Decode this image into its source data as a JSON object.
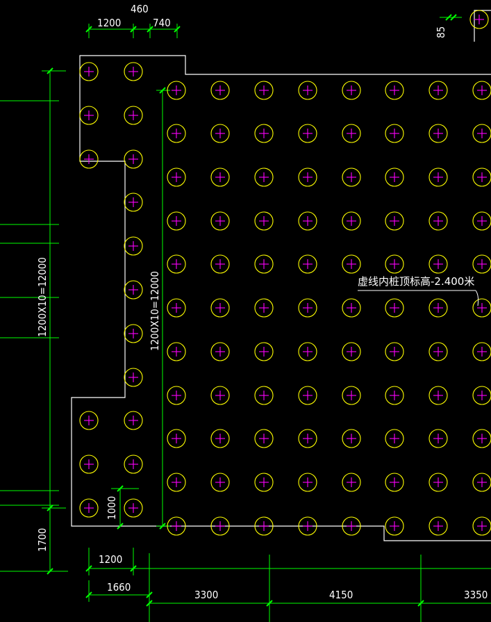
{
  "colors": {
    "background": "#000000",
    "outline": "#ffffff",
    "dimension": "#00ff00",
    "pile_circle": "#ffff00",
    "pile_cross": "#ff00ff",
    "text": "#ffffff"
  },
  "dimensions": {
    "top_460": "460",
    "top_1200": "1200",
    "top_740": "740",
    "top_right_85": "85",
    "left_long": "1200X10=12000",
    "inner_long": "1200X10=12000",
    "bottom_left_1700": "1700",
    "bottom_1000": "1000",
    "bottom_1200": "1200",
    "bottom_1660": "1660",
    "bottom_3300": "3300",
    "bottom_4150": "4150",
    "bottom_3350": "3350"
  },
  "annotation": {
    "dashed_area_note": "虚线内桩顶标高-2.400米"
  },
  "pile_grid": {
    "symbol": "circle-with-cross",
    "main_columns": 8,
    "main_rows": 11
  }
}
